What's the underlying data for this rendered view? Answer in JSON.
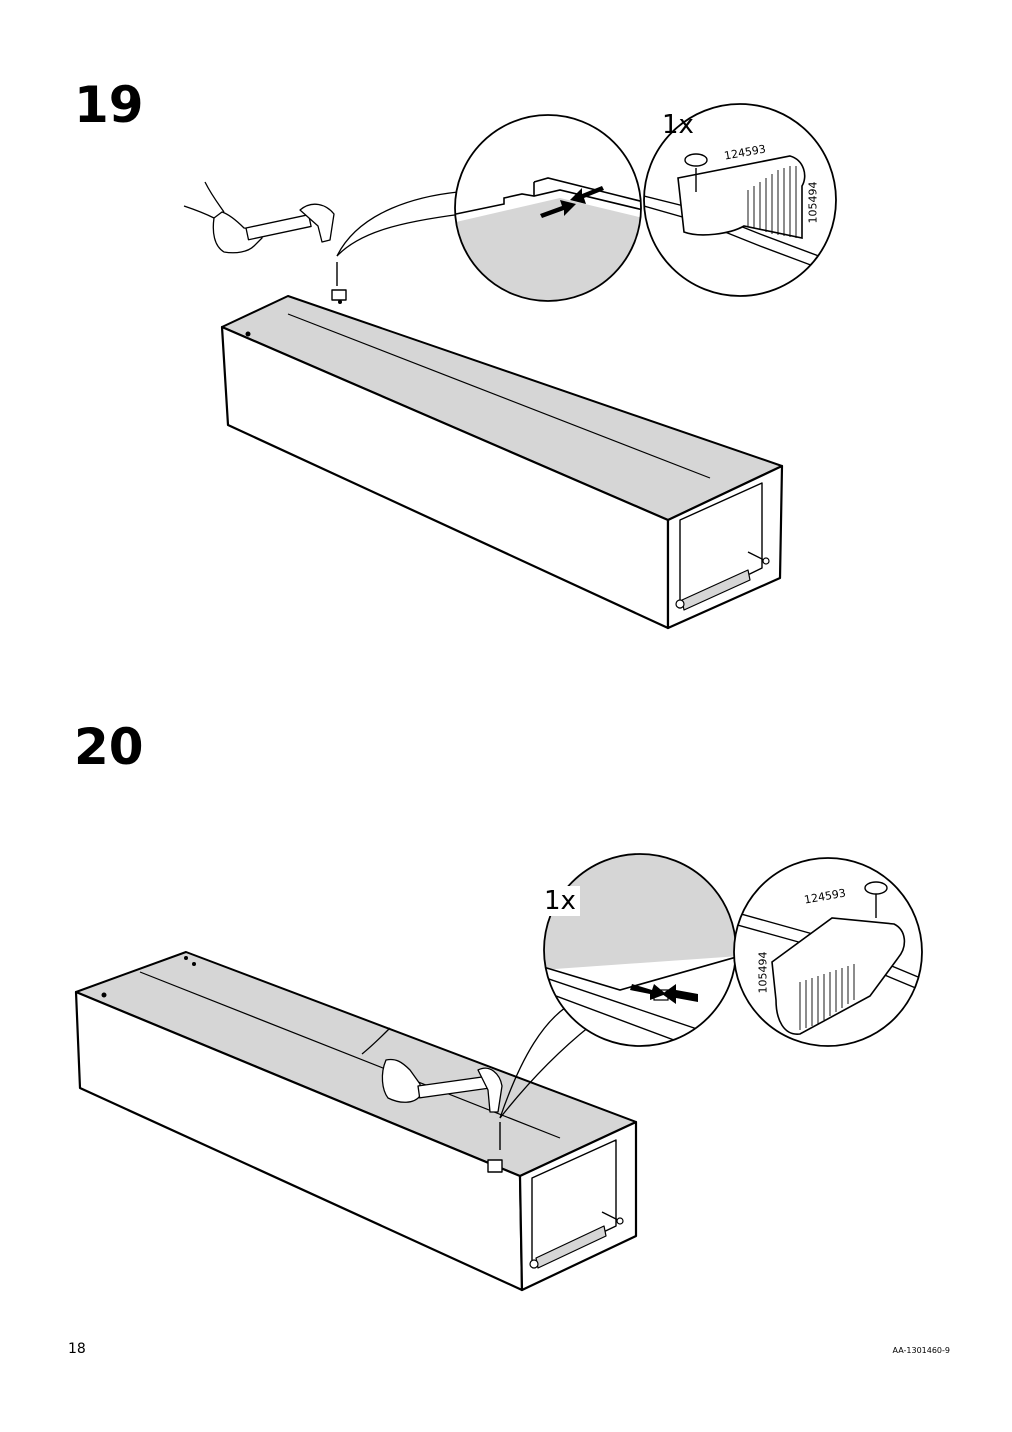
{
  "page": {
    "number": "18",
    "doc_code": "AA-1301460-9"
  },
  "steps": [
    {
      "number": "19",
      "quantity": "1x",
      "part_a": "124593",
      "part_b": "105494"
    },
    {
      "number": "20",
      "quantity": "1x",
      "part_a": "124593",
      "part_b": "105494"
    }
  ],
  "colors": {
    "panel_gray": "#d6d6d6",
    "line": "#000000",
    "paper": "#ffffff"
  }
}
